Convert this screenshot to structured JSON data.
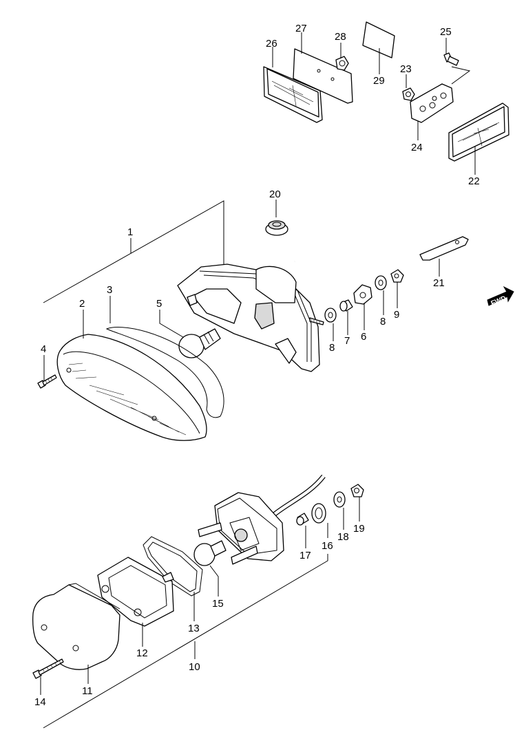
{
  "labels": {
    "n1": "1",
    "n2": "2",
    "n3": "3",
    "n4": "4",
    "n5": "5",
    "n6": "6",
    "n7": "7",
    "n8a": "8",
    "n8b": "8",
    "n9": "9",
    "n10": "10",
    "n11": "11",
    "n12": "12",
    "n13": "13",
    "n14": "14",
    "n15": "15",
    "n16": "16",
    "n17": "17",
    "n18": "18",
    "n19": "19",
    "n20": "20",
    "n21": "21",
    "n22": "22",
    "n23": "23",
    "n24": "24",
    "n25": "25",
    "n26": "26",
    "n27": "27",
    "n28": "28",
    "n29": "29"
  },
  "direction_badge": "FWD"
}
